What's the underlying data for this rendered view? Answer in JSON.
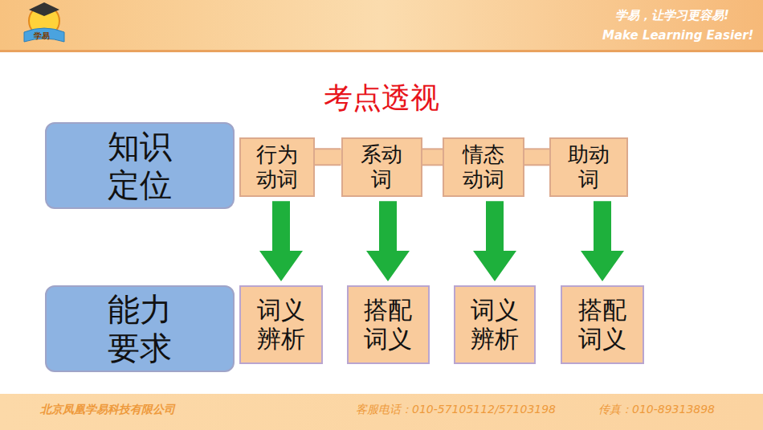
{
  "diagram": {
    "title": "考点透视",
    "nodes": [
      {
        "text": [
          "知识定位"
        ]
      },
      {
        "text": [
          "行为 动词"
        ]
      },
      {
        "text": [
          "系动 词"
        ]
      },
      {
        "text": [
          "情态 动词"
        ]
      },
      {
        "text": [
          "助动 词"
        ]
      },
      {
        "text": [
          "能力要求"
        ]
      },
      {
        "text": [
          "词义 辨析"
        ]
      },
      {
        "text": [
          "搭配 词义"
        ]
      },
      {
        "text": [
          "词义 辨析"
        ]
      },
      {
        "text": [
          "搭配 词义"
        ]
      }
    ],
    "edges": [
      {
        "from": 1,
        "to": 2,
        "arrow": "none"
      },
      {
        "from": 2,
        "to": 3,
        "arrow": "none"
      },
      {
        "from": 3,
        "to": 4,
        "arrow": "none"
      },
      {
        "from": 1,
        "to": 6,
        "arrow": "to"
      },
      {
        "from": 2,
        "to": 7,
        "arrow": "to"
      },
      {
        "from": 3,
        "to": 8,
        "arrow": "to"
      },
      {
        "from": 4,
        "to": 9,
        "arrow": "to"
      }
    ],
    "labels": [
      "学易",
      "学易，让学习更容易!",
      "Make Learning Easier!",
      "北京凤凰学易科技有限公司",
      "客服电话：010-57105112/57103198",
      "传真：010-89313898"
    ]
  }
}
